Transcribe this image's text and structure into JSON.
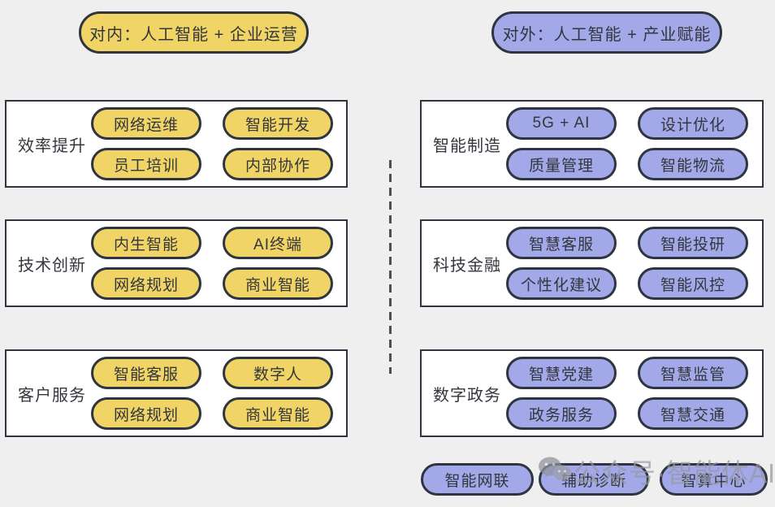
{
  "colors": {
    "bg": "#f0efef",
    "yellow": "#f0d466",
    "purple": "#a3a9e8",
    "line": "#2f3540",
    "ink": "#33363c"
  },
  "headers": {
    "internal": {
      "label": "对内：人工智能 + 企业运营"
    },
    "external": {
      "label": "对外：人工智能 + 产业赋能"
    }
  },
  "left_column": {
    "theme": "yellow",
    "groups": [
      {
        "label": "效率提升",
        "items": [
          "网络运维",
          "智能开发",
          "员工培训",
          "内部协作"
        ]
      },
      {
        "label": "技术创新",
        "items": [
          "内生智能",
          "AI终端",
          "网络规划",
          "商业智能"
        ]
      },
      {
        "label": "客户服务",
        "items": [
          "智能客服",
          "数字人",
          "网络规划",
          "商业智能"
        ]
      }
    ]
  },
  "right_column": {
    "theme": "purple",
    "groups": [
      {
        "label": "智能制造",
        "items": [
          "5G + AI",
          "设计优化",
          "质量管理",
          "智能物流"
        ]
      },
      {
        "label": "科技金融",
        "items": [
          "智慧客服",
          "智能投研",
          "个性化建议",
          "智能风控"
        ]
      },
      {
        "label": "数字政务",
        "items": [
          "智慧党建",
          "智慧监管",
          "政务服务",
          "智慧交通"
        ]
      }
    ]
  },
  "bottom_row": {
    "items": [
      "智能网联",
      "辅助诊断",
      "智算中心"
    ]
  },
  "watermark": {
    "icon": "wechat-icon",
    "text": "公众号·智能体AI"
  }
}
